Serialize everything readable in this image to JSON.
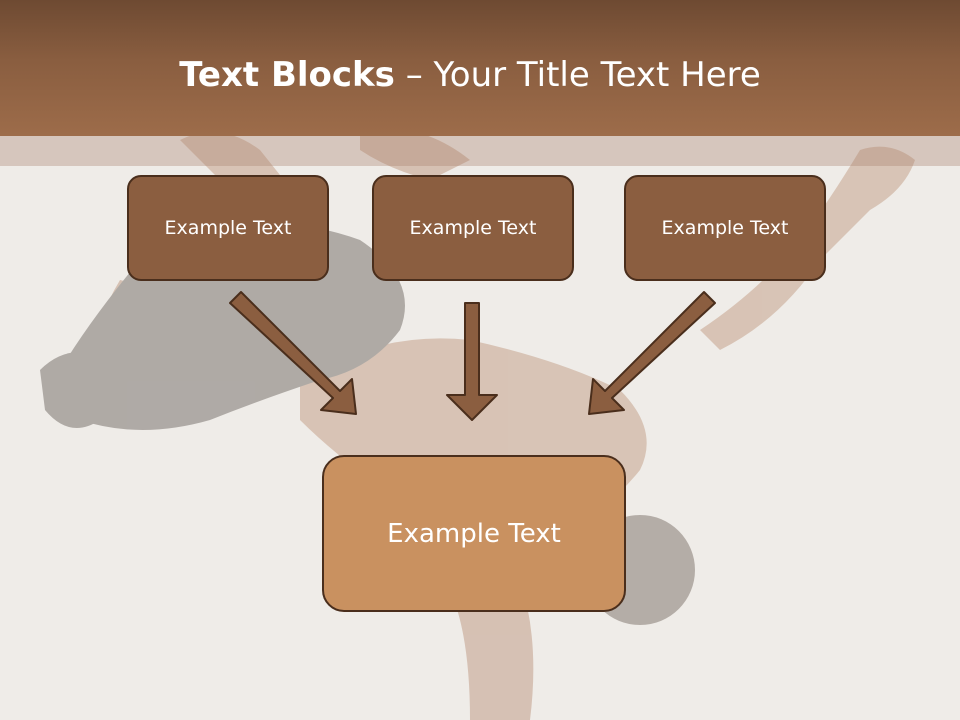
{
  "title": {
    "bold": "Text Blocks",
    "separator": " – ",
    "rest": "Your Title Text Here"
  },
  "boxes": {
    "left": "Example Text",
    "center": "Example Text",
    "right": "Example Text",
    "bottom": "Example Text"
  },
  "colors": {
    "header_dark": "#6e4a32",
    "header_light": "#9d6c4a",
    "box_fill": "#8b5e40",
    "box_border": "#4a2e1c",
    "bottom_box_fill": "#c99160",
    "background": "#efece8"
  }
}
